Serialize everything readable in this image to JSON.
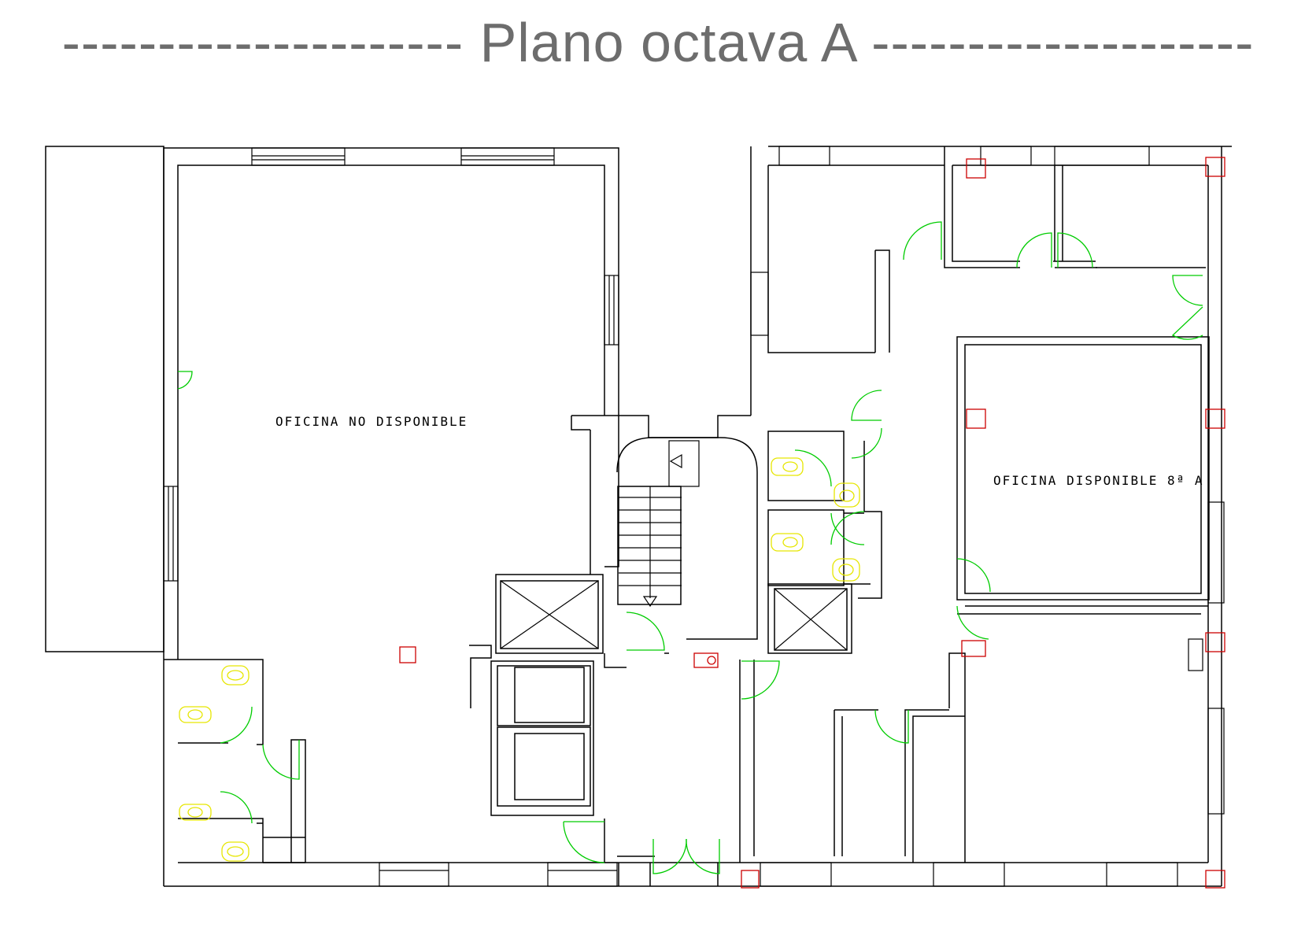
{
  "title": "--------------------- Plano octava A --------------------",
  "rooms": {
    "left_label": "OFICINA NO DISPONIBLE",
    "right_label": "OFICINA DISPONIBLE 8ª A"
  },
  "colors": {
    "walls": "#000000",
    "doors": "#00cc00",
    "fixtures": "#e6e600",
    "columns": "#cc0000",
    "title": "#6d6d6d"
  }
}
